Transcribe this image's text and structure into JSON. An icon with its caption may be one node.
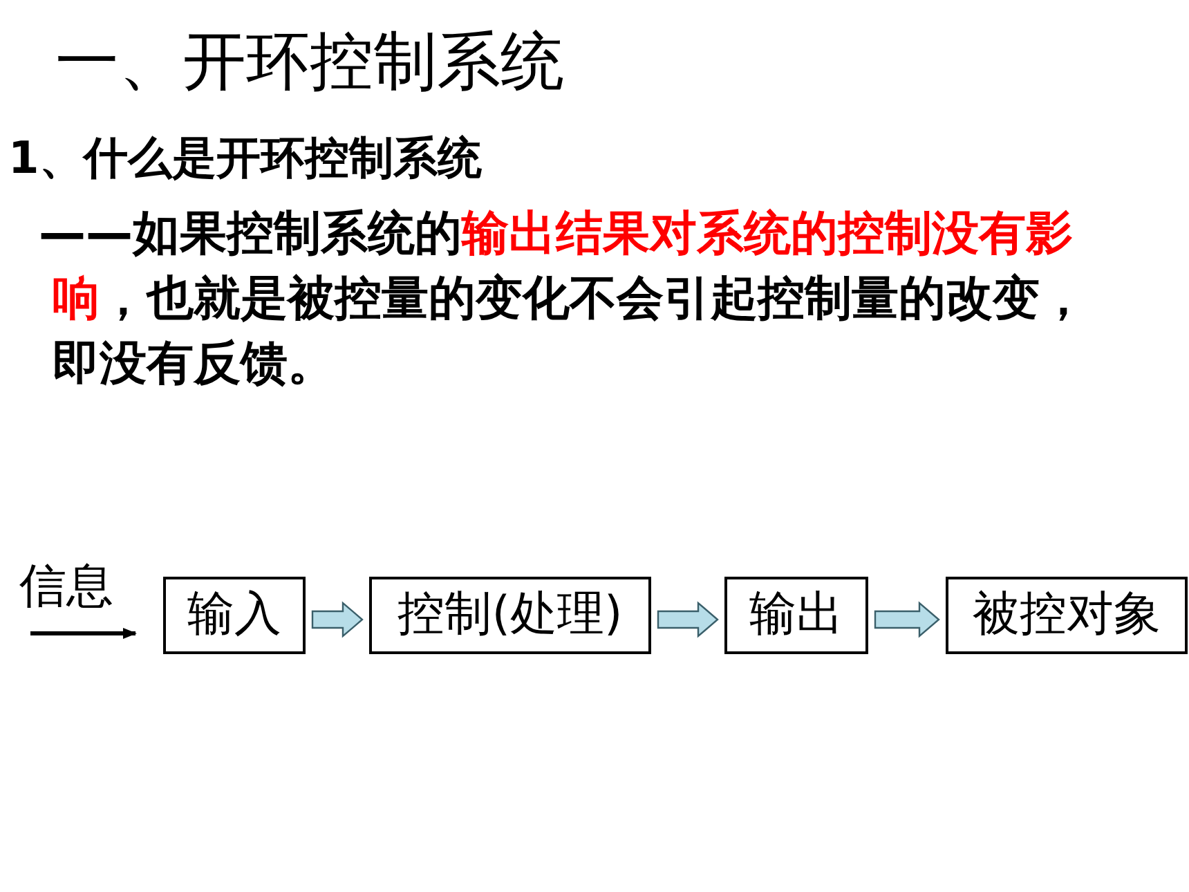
{
  "diagram": {
    "title": "一、开环控制系统",
    "nodes": [
      {
        "text": [
          "信息"
        ]
      },
      {
        "text": [
          "输入"
        ]
      },
      {
        "text": [
          "控制(处理)"
        ]
      },
      {
        "text": [
          "输出"
        ]
      },
      {
        "text": [
          "被控对象"
        ]
      }
    ],
    "edges": [
      {
        "from": 0,
        "to": 1,
        "arrow": "to",
        "color": "#000000"
      },
      {
        "from": 1,
        "to": 2,
        "arrow": "to"
      },
      {
        "from": 2,
        "to": 3,
        "arrow": "to"
      },
      {
        "from": 3,
        "to": 4,
        "arrow": "to"
      }
    ],
    "labels": [
      "1、什么是开环控制系统",
      "——如果控制系统的**输出结果对系统的控制没有影响**，也就是被控量的变化不会引起控制量的改变，即没有反馈。"
    ]
  }
}
